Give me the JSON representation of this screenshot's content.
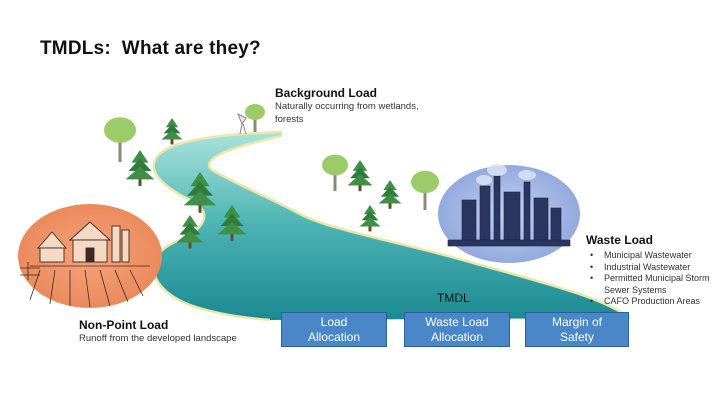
{
  "title": "TMDLs:  What are they?",
  "background_load": {
    "heading": "Background Load",
    "text": "Naturally occurring from wetlands, forests"
  },
  "non_point_load": {
    "heading": "Non-Point Load",
    "text": "Runoff from the developed landscape"
  },
  "waste_load": {
    "heading": "Waste Load",
    "items": [
      "Municipal Wastewater",
      "Industrial Wastewater",
      "Permitted Municipal Storm Sewer Systems",
      "CAFO Production Areas"
    ]
  },
  "tmdl": {
    "label": "TMDL",
    "components": [
      "Load\nAllocation",
      "Waste Load\nAllocation",
      "Margin of\nSafety"
    ]
  },
  "colors": {
    "river_light": "#8fd9d2",
    "river_dark": "#1f8f96",
    "box_fill": "#4a86c8",
    "farm_circle": "#f0946a",
    "factory_circle": "#a9bde8"
  }
}
